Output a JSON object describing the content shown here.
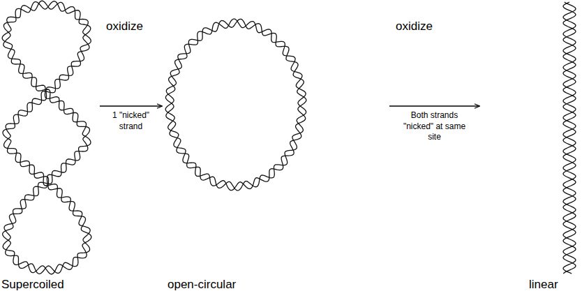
{
  "diagram": {
    "nodes": [
      {
        "text": [
          "Supercoiled"
        ]
      },
      {
        "text": [
          "open-circular"
        ]
      },
      {
        "text": [
          "linear"
        ]
      }
    ],
    "edges": [
      {
        "from": 0,
        "to": 1,
        "arrow": "to",
        "label": "1 \"nicked\" strand"
      },
      {
        "from": 1,
        "to": 2,
        "arrow": "to",
        "label": "Both strands \"nicked\" at same site"
      }
    ],
    "labels": [
      "oxidize",
      "oxidize"
    ]
  }
}
